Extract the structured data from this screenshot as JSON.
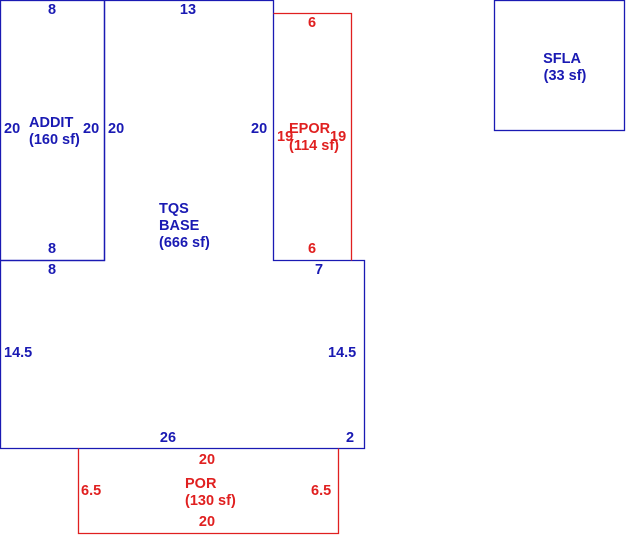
{
  "areas": {
    "addit": {
      "name": "ADDIT",
      "area": "(160 sf)",
      "color": "#1a1ab3"
    },
    "base": {
      "name_line1": "TQS",
      "name_line2": "BASE",
      "area": "(666 sf)",
      "color": "#1a1ab3"
    },
    "epor": {
      "name": "EPOR",
      "area": "(114 sf)",
      "color": "#e02020"
    },
    "por": {
      "name": "POR",
      "area": "(130 sf)",
      "color": "#e02020"
    },
    "sfla": {
      "name": "SFLA",
      "area": "(33 sf)",
      "color": "#1a1ab3"
    }
  },
  "dimensions": {
    "addit_top": "8",
    "addit_left": "20",
    "addit_right": "20",
    "addit_bottom": "8",
    "base_top": "13",
    "base_upper_left": "20",
    "base_upper_right": "20",
    "base_step_left": "8",
    "base_step_right": "7",
    "base_lower_left": "14.5",
    "base_lower_right": "14.5",
    "base_bottom": "26",
    "base_bottom_right": "2",
    "epor_top": "6",
    "epor_left": "19",
    "epor_right": "19",
    "epor_bottom": "6",
    "por_top": "20",
    "por_left": "6.5",
    "por_right": "6.5",
    "por_bottom": "20"
  }
}
